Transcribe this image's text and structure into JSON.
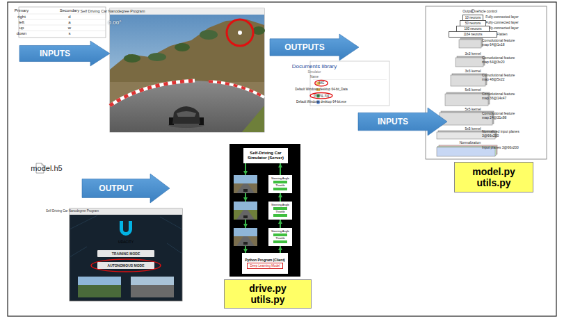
{
  "diagram": {
    "nodes": [
      {
        "text": [
          "INPUTS"
        ]
      },
      {
        "text": [
          "OUTPUTS"
        ]
      },
      {
        "text": [
          "10 neurons"
        ]
      },
      {
        "text": [
          "50 neurons"
        ]
      },
      {
        "text": [
          "100 neurons"
        ]
      },
      {
        "text": [
          "1164 neurons"
        ]
      },
      {
        "text": [
          "INPUTS"
        ]
      },
      {
        "text": [
          "model.py utils.py"
        ]
      },
      {
        "text": [
          "OUTPUT"
        ]
      },
      {
        "text": [
          "TRAINING MODE"
        ]
      },
      {
        "text": [
          "AUTONOMOUS MODE"
        ]
      },
      {
        "text": [
          "Self-Driving Car Simulator (Server)"
        ]
      },
      {
        "text": [
          "Steering Angle",
          "Throttle"
        ]
      },
      {
        "text": [
          "Steering Angle",
          "Throttle"
        ]
      },
      {
        "text": [
          "Steering Angle",
          "Throttle"
        ]
      },
      {
        "text": [
          "Python Program (Client)"
        ]
      },
      {
        "text": [
          "Deep Learning Model"
        ],
        "in": 15
      },
      {
        "text": [
          "drive.py utils.py"
        ]
      }
    ],
    "edges": [
      {
        "from": 15,
        "to": 14,
        "arrow": "to"
      },
      {
        "from": 14,
        "to": 13,
        "arrow": "to"
      },
      {
        "from": 13,
        "to": 12,
        "arrow": "to"
      },
      {
        "from": 12,
        "to": 11,
        "arrow": "to"
      }
    ],
    "labels": [
      "Primary",
      "Secondary",
      "right",
      "d",
      "left",
      "a",
      "up",
      "w",
      "down",
      "s",
      "Self Driving Car Nanodegree Program",
      "0.00°",
      "Documents library",
      "Simulator",
      "Name",
      "IMG",
      "Default Windows desktop 64-bit_Data",
      "driving_log",
      "Default Windows desktop 64-bit.exe",
      "Output: vehicle control",
      "Fully-connected layer",
      "Fully-connected layer",
      "Fully-connected layer",
      "Flatten",
      "Convolutional feature map 64@1x18",
      "3x3 kernel",
      "Convolutional feature map 64@3x20",
      "3x3 kernel",
      "Convolutional feature map 48@5x22",
      "5x5 kernel",
      "Convolutional feature map 36@14x47",
      "5x5 kernel",
      "Convolutional feature map 24@31x98",
      "5x5 kernel",
      "Normalized input planes 3@66x200",
      "Normalization",
      "Input planes 3@66x200",
      "model.h5",
      "Self Driving Car Nanodegree Program",
      "UDACITY"
    ]
  }
}
